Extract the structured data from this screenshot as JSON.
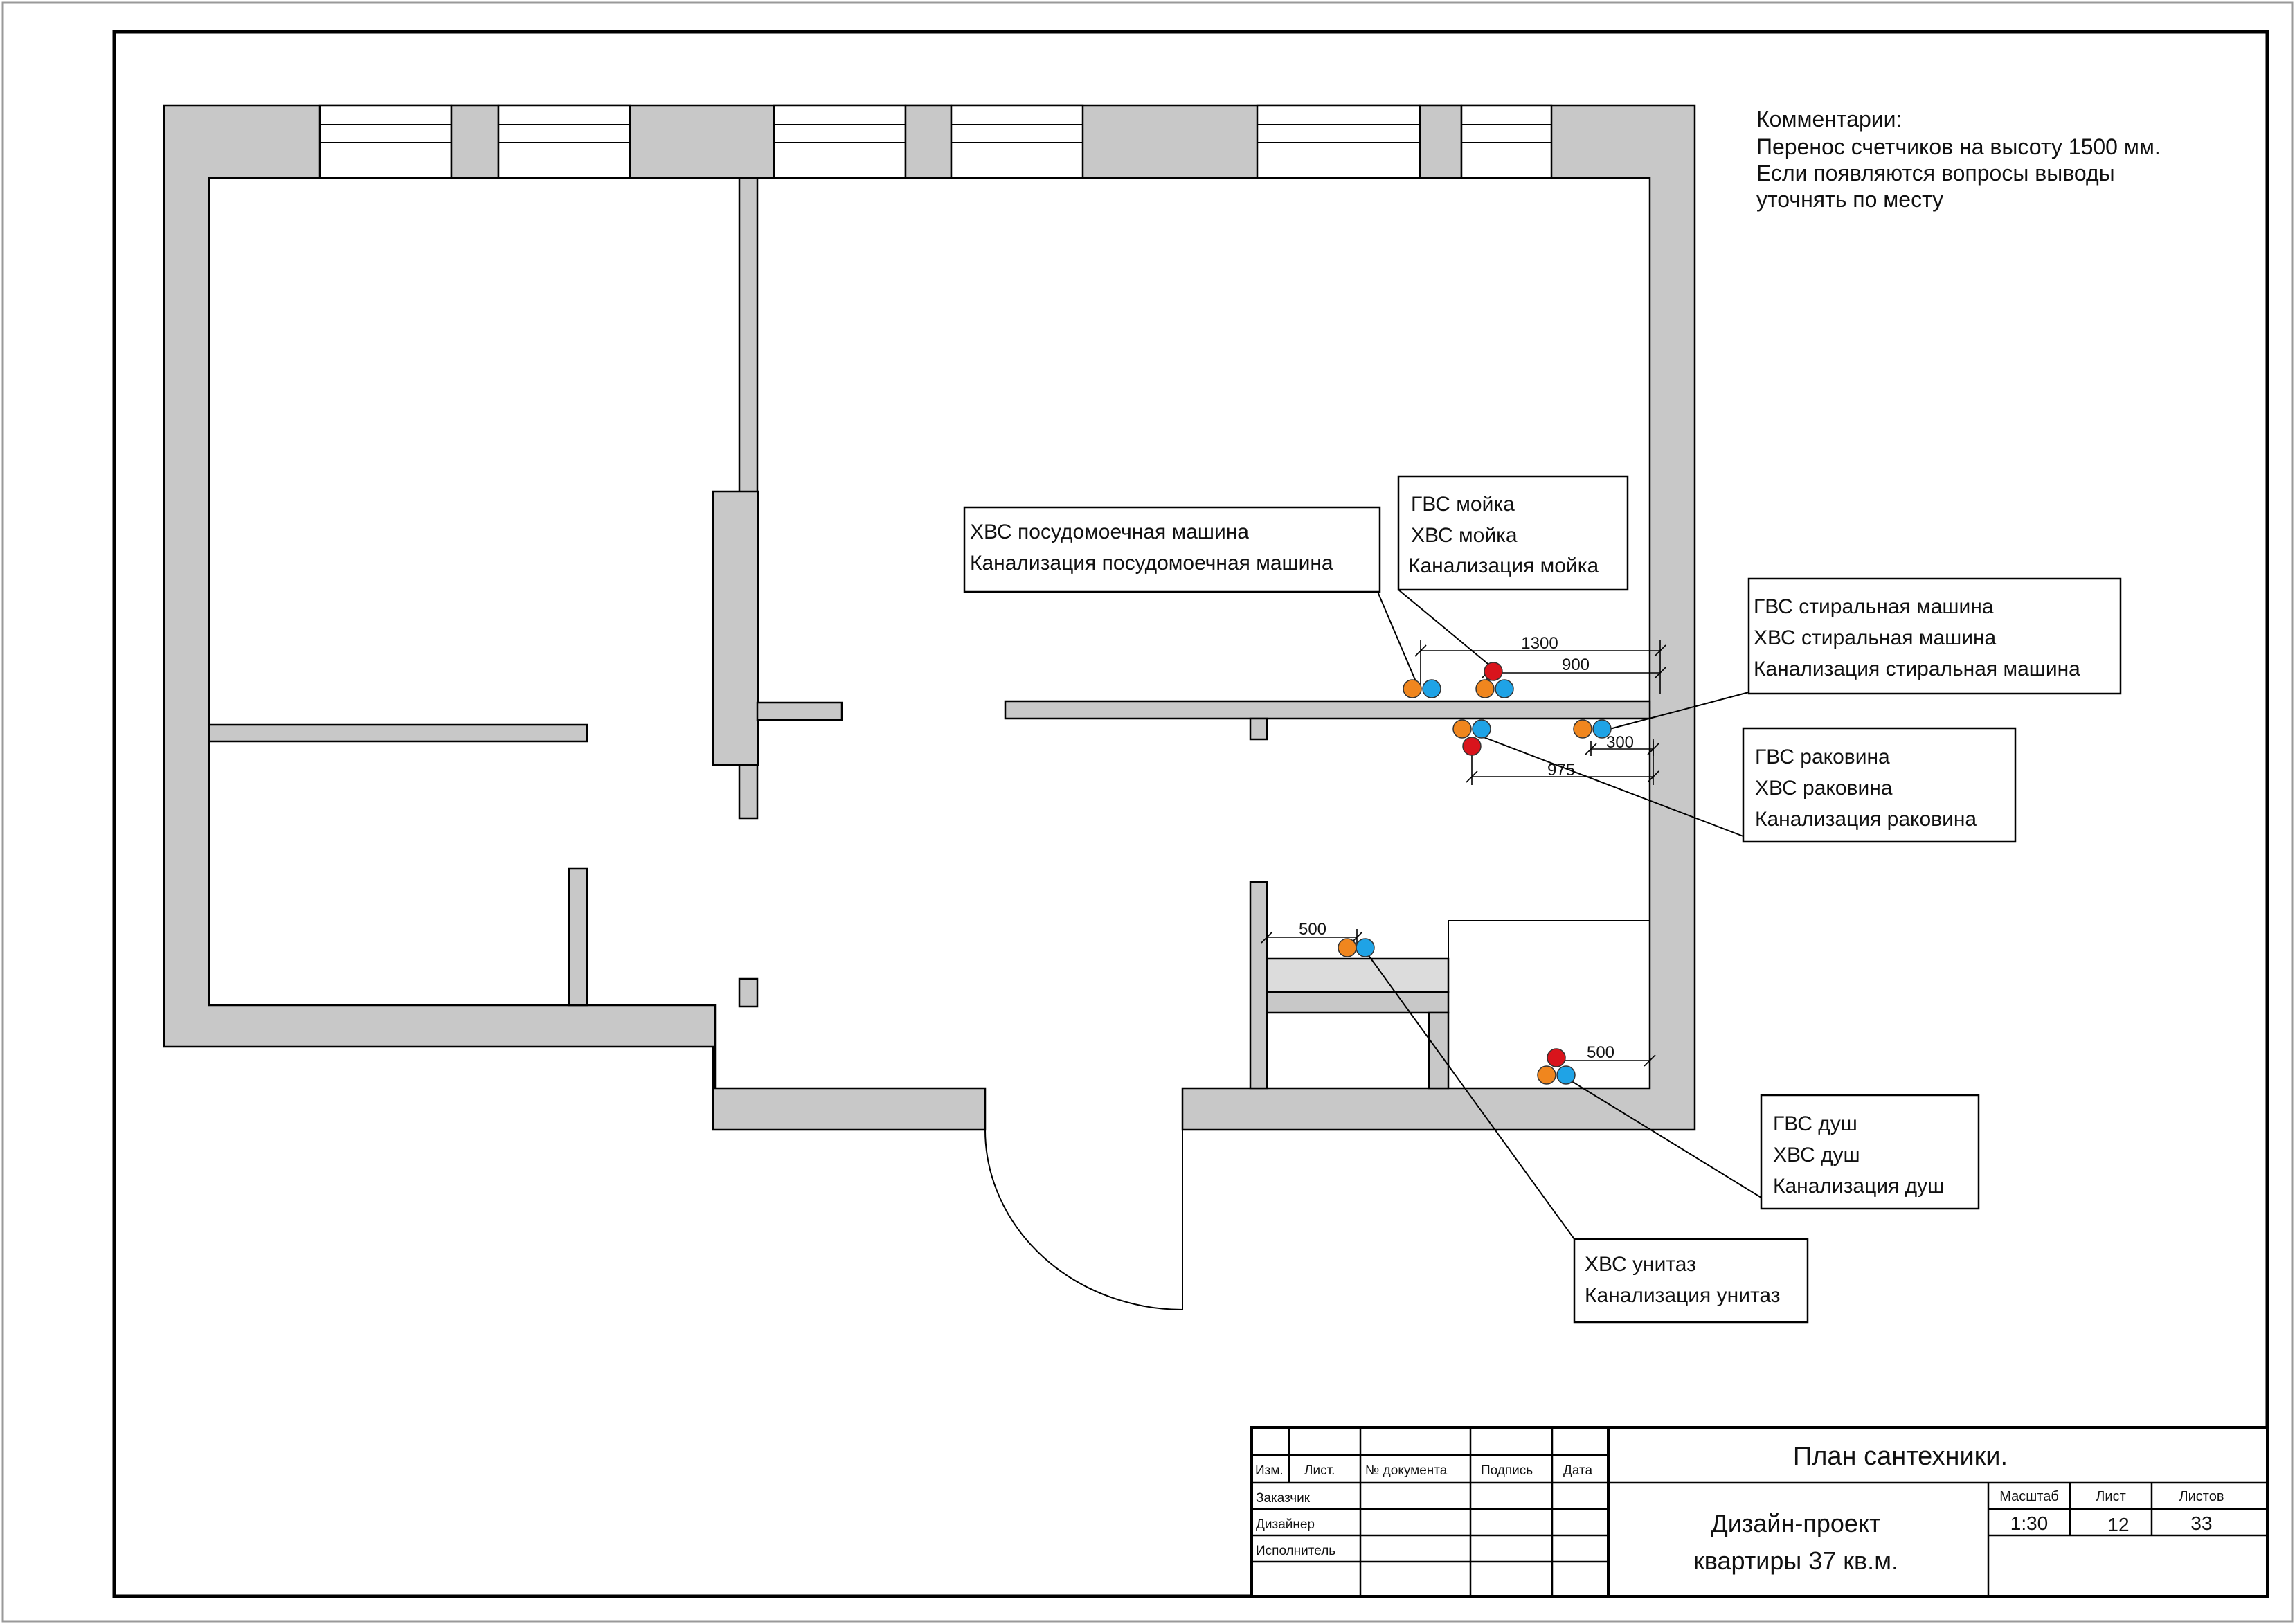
{
  "comments": {
    "title": "Комментарии:",
    "line1": "Перенос счетчиков на высоту 1500 мм.",
    "line2": "Если появляются вопросы выводы",
    "line3": "уточнять по месту"
  },
  "callouts": {
    "dishwasher": [
      "ХВС посудомоечная машина",
      "Канализация посудомоечная машина"
    ],
    "kitchen_sink": [
      "ГВС мойка",
      "ХВС мойка",
      "Канализация мойка"
    ],
    "washing_machine": [
      "ГВС стиральная машина",
      "ХВС стиральная машина",
      "Канализация стиральная машина"
    ],
    "washbasin": [
      "ГВС раковина",
      "ХВС раковина",
      "Канализация раковина"
    ],
    "shower": [
      "ГВС душ",
      "ХВС душ",
      "Канализация душ"
    ],
    "toilet": [
      "ХВС унитаз",
      "Канализация унитаз"
    ]
  },
  "dimensions": {
    "d1300": "1300",
    "d900": "900",
    "d300": "300",
    "d975": "975",
    "d500_toilet": "500",
    "d500_shower": "500"
  },
  "colors": {
    "hot_water": "#f0861e",
    "cold_water": "#1fa3e6",
    "sewer": "#d9141c",
    "wall": "#c8c8c8"
  },
  "title_block": {
    "headers": {
      "izm": "Изм.",
      "list": "Лист.",
      "doc_no": "№ документа",
      "signature": "Подпись",
      "date": "Дата"
    },
    "roles": {
      "customer": "Заказчик",
      "designer": "Дизайнер",
      "executor": "Исполнитель"
    },
    "sheet_title": "План сантехники.",
    "project_line1": "Дизайн-проект",
    "project_line2": "квартиры 37 кв.м.",
    "scale_label": "Масштаб",
    "sheet_label": "Лист",
    "sheets_label": "Листов",
    "scale": "1:30",
    "sheet": "12",
    "sheets": "33"
  }
}
